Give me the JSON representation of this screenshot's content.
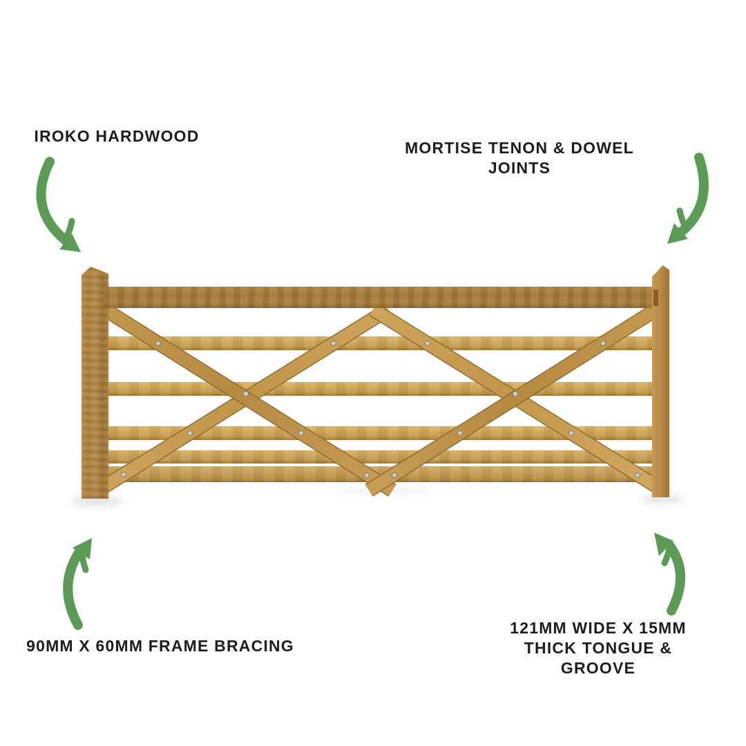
{
  "labels": {
    "top_left": {
      "text": "IROKO HARDWOOD"
    },
    "top_right": {
      "text": "MORTISE TENON & DOWEL JOINTS"
    },
    "bottom_left": {
      "text": "90MM X 60MM FRAME BRACING"
    },
    "bottom_right": {
      "text": "121MM WIDE X 15MM THICK TONGUE & GROOVE",
      "lines": [
        "121MM WIDE X 15MM",
        "THICK TONGUE &",
        "GROOVE"
      ]
    }
  },
  "icons": {
    "top_left": "curved-arrow-pointing-down-right",
    "top_right": "curved-arrow-pointing-down-left",
    "bottom_left": "curved-arrow-pointing-up-right",
    "bottom_right": "curved-arrow-pointing-up-left"
  },
  "subject": {
    "type": "wooden-field-gate",
    "bars": 5,
    "bracing": "double-diagonal-diamond",
    "fasteners": "screws",
    "screw_count": 14
  },
  "colors": {
    "background": "#ffffff",
    "text": "#1d1d1b",
    "arrow_green": "#5c9b56",
    "wood_rail_light": "#cda45a",
    "wood_frame_dark": "#a07638",
    "wood_stile": "#ae8343"
  }
}
